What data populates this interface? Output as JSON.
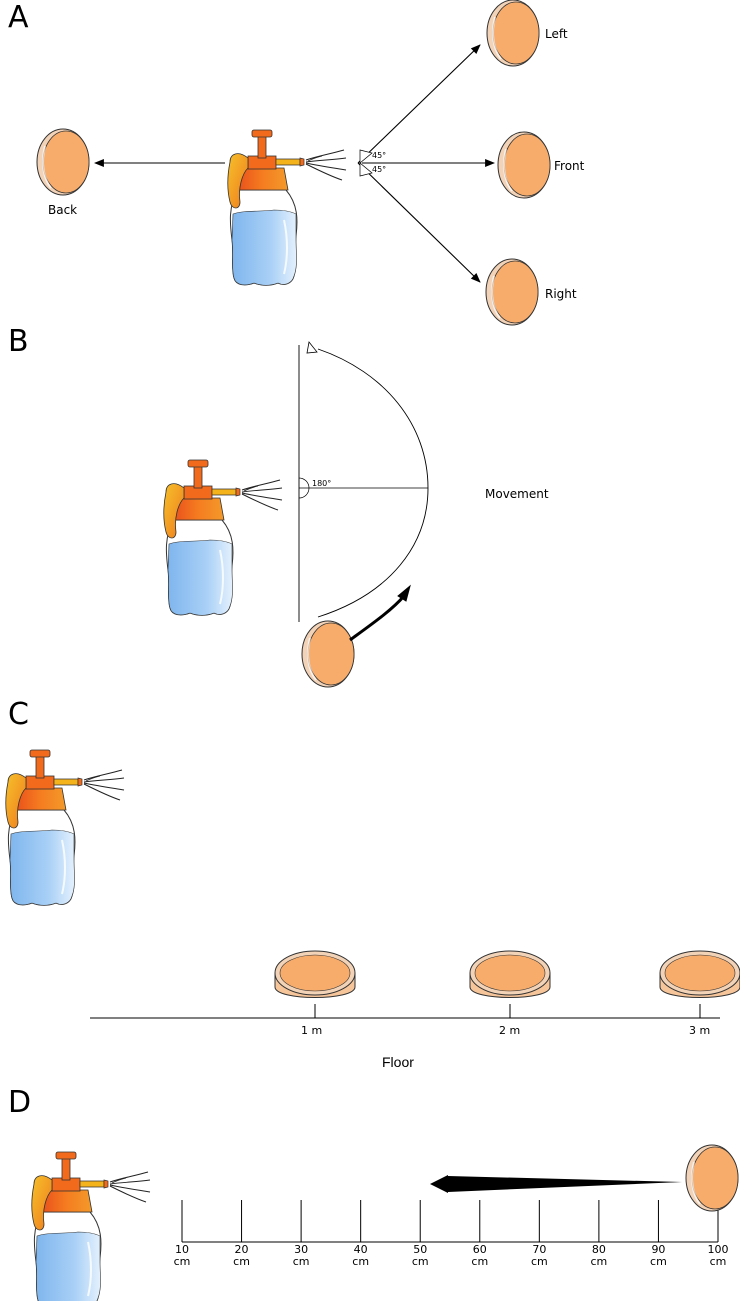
{
  "panels": {
    "A": {
      "letter": "A",
      "labels": {
        "left": "Left",
        "front": "Front",
        "right": "Right",
        "back": "Back"
      },
      "angles": [
        "45°",
        "45°"
      ]
    },
    "B": {
      "letter": "B",
      "angle": "180°",
      "movement": "Movement"
    },
    "C": {
      "letter": "C",
      "distances": [
        "1 m",
        "2 m",
        "3 m"
      ],
      "floor": "Floor"
    },
    "D": {
      "letter": "D",
      "ticks": [
        "10",
        "20",
        "30",
        "40",
        "50",
        "60",
        "70",
        "80",
        "90",
        "100"
      ],
      "unit": "cm"
    }
  },
  "colors": {
    "dish_fill": "#f7ac6b",
    "dish_rim": "#f2d3b8",
    "water_top": "#9ec8f2",
    "water_bottom": "#d6e9fb",
    "nozzle_orange": "#f06b1c",
    "nozzle_yellow": "#f4b21b"
  }
}
